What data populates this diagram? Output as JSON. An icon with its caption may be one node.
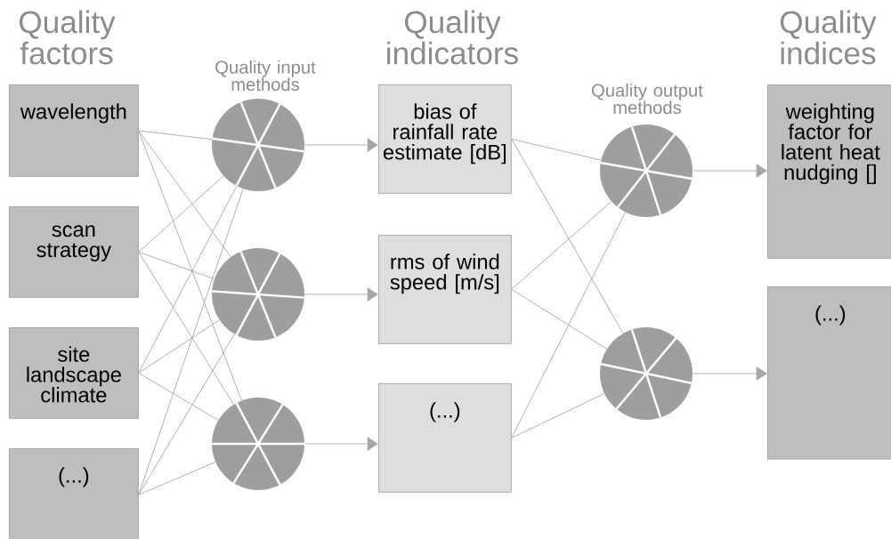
{
  "diagram": {
    "nodes": [
      {
        "text": [
          "wavelength"
        ]
      },
      {
        "text": [
          "scan strategy"
        ]
      },
      {
        "text": [
          "site landscape climate"
        ]
      },
      {
        "text": [
          "(...)"
        ]
      },
      {
        "text": [],
        "shape": "circle"
      },
      {
        "text": [],
        "shape": "circle"
      },
      {
        "text": [],
        "shape": "circle"
      },
      {
        "text": [
          "bias of rainfall rate estimate [dB]"
        ]
      },
      {
        "text": [
          "rms of wind speed [m/s]"
        ]
      },
      {
        "text": [
          "(...)"
        ]
      },
      {
        "text": [],
        "shape": "circle"
      },
      {
        "text": [],
        "shape": "circle"
      },
      {
        "text": [
          "weighting factor for latent heat nudging []"
        ]
      },
      {
        "text": [
          "(...)"
        ]
      }
    ],
    "edges": [
      {
        "from": 0,
        "to": 4,
        "arrow": "none"
      },
      {
        "from": 0,
        "to": 5,
        "arrow": "none"
      },
      {
        "from": 0,
        "to": 6,
        "arrow": "none"
      },
      {
        "from": 1,
        "to": 4,
        "arrow": "none"
      },
      {
        "from": 1,
        "to": 5,
        "arrow": "none"
      },
      {
        "from": 1,
        "to": 6,
        "arrow": "none"
      },
      {
        "from": 2,
        "to": 4,
        "arrow": "none"
      },
      {
        "from": 2,
        "to": 5,
        "arrow": "none"
      },
      {
        "from": 2,
        "to": 6,
        "arrow": "none"
      },
      {
        "from": 3,
        "to": 4,
        "arrow": "none"
      },
      {
        "from": 3,
        "to": 5,
        "arrow": "none"
      },
      {
        "from": 3,
        "to": 6,
        "arrow": "none"
      },
      {
        "from": 4,
        "to": 7,
        "arrow": "to"
      },
      {
        "from": 5,
        "to": 8,
        "arrow": "to"
      },
      {
        "from": 6,
        "to": 9,
        "arrow": "to"
      },
      {
        "from": 7,
        "to": 10,
        "arrow": "none"
      },
      {
        "from": 7,
        "to": 11,
        "arrow": "none"
      },
      {
        "from": 8,
        "to": 10,
        "arrow": "none"
      },
      {
        "from": 8,
        "to": 11,
        "arrow": "none"
      },
      {
        "from": 9,
        "to": 10,
        "arrow": "none"
      },
      {
        "from": 9,
        "to": 11,
        "arrow": "none"
      },
      {
        "from": 10,
        "to": 12,
        "arrow": "to"
      },
      {
        "from": 11,
        "to": 13,
        "arrow": "to"
      }
    ],
    "labels": [
      "Quality factors",
      "Quality input methods",
      "Quality indicators",
      "Quality output methods",
      "Quality indices"
    ]
  }
}
